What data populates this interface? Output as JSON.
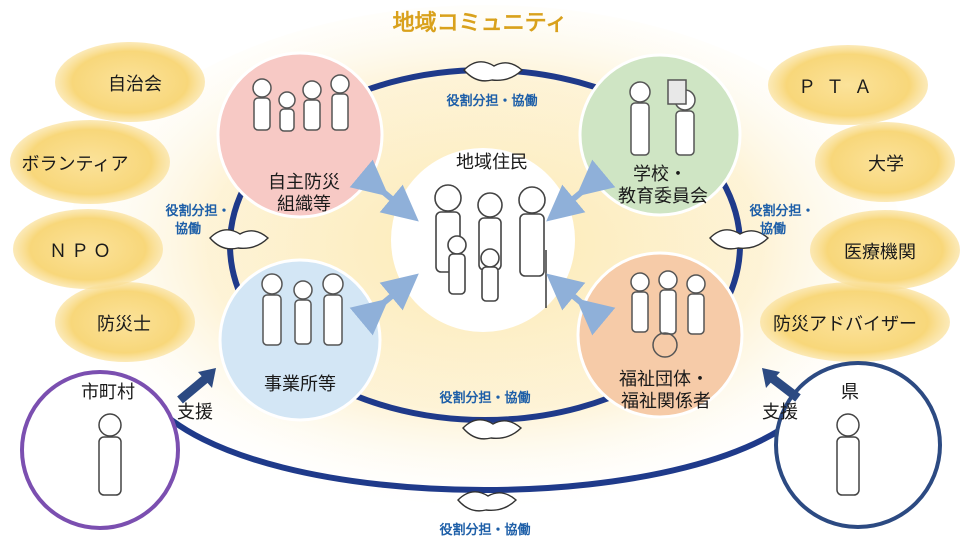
{
  "title": "地域コミュニティ",
  "colors": {
    "title": "#d9a11c",
    "ring": "#1f3a8a",
    "coop_text": "#1e5fa8",
    "bubble": "#f8d77a",
    "pink": "#f7c9c5",
    "green": "#cfe5c4",
    "blue": "#d3e6f5",
    "orange": "#f6cba8",
    "purple": "#7b4fb0",
    "navy": "#2c4a82"
  },
  "center": {
    "label": "地域住民"
  },
  "groups": {
    "bousai": {
      "line1": "自主防災",
      "line2": "組織等"
    },
    "school": {
      "line1": "学校・",
      "line2": "教育委員会"
    },
    "business": {
      "line1": "事業所等"
    },
    "welfare": {
      "line1": "福祉団体・",
      "line2": "福祉関係者"
    }
  },
  "left_bubbles": [
    "自治会",
    "ボランティア",
    "ＮＰＯ",
    "防災士"
  ],
  "right_bubbles": [
    "ＰＴＡ",
    "大学",
    "医療機関",
    "防災アドバイザー"
  ],
  "coop": {
    "top": "役割分担・協働",
    "bottom_inner": "役割分担・協働",
    "bottom_outer": "役割分担・協働",
    "left_line1": "役割分担・",
    "left_line2": "協働",
    "right_line1": "役割分担・",
    "right_line2": "協働"
  },
  "municipality": {
    "label": "市町村",
    "support": "支援"
  },
  "prefecture": {
    "label": "県",
    "support": "支援"
  },
  "icons": [
    "handshake-icon",
    "family-illustration",
    "person-illustration",
    "arrow-icon"
  ]
}
